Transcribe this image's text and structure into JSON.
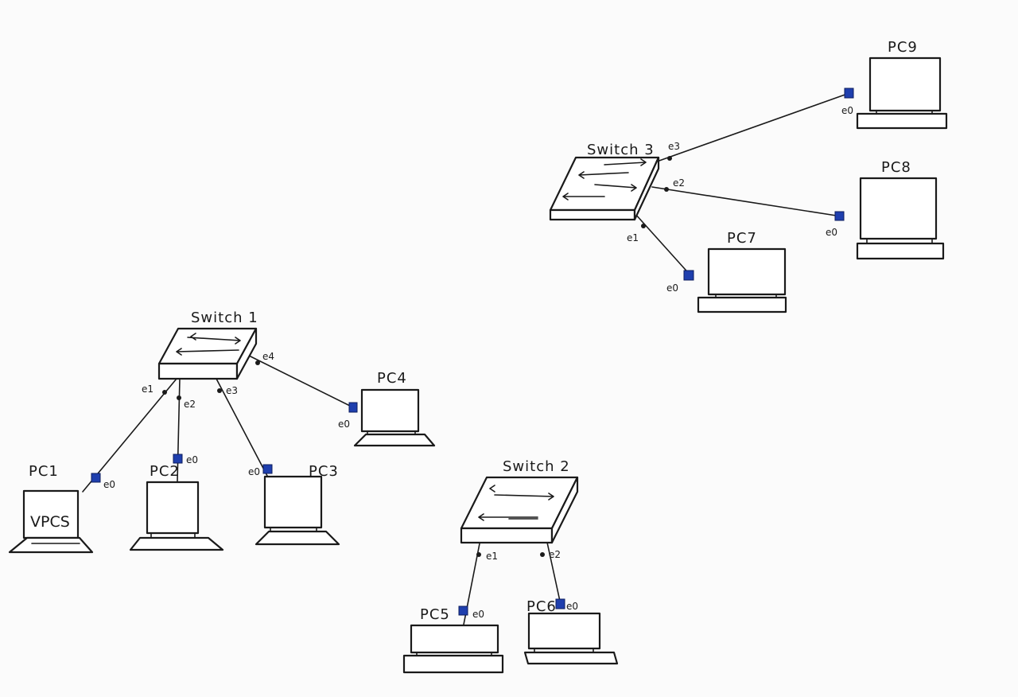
{
  "devices": {
    "switch1": {
      "label": "Switch 1"
    },
    "switch2": {
      "label": "Switch 2"
    },
    "switch3": {
      "label": "Switch 3"
    },
    "pc1": {
      "label": "PC1",
      "screen_text": "VPCS"
    },
    "pc2": {
      "label": "PC2"
    },
    "pc3": {
      "label": "PC3"
    },
    "pc4": {
      "label": "PC4"
    },
    "pc5": {
      "label": "PC5"
    },
    "pc6": {
      "label": "PC6"
    },
    "pc7": {
      "label": "PC7"
    },
    "pc8": {
      "label": "PC8"
    },
    "pc9": {
      "label": "PC9"
    }
  },
  "links": [
    {
      "from": "switch1",
      "from_port": "e1",
      "to": "pc1",
      "to_port": "e0"
    },
    {
      "from": "switch1",
      "from_port": "e2",
      "to": "pc2",
      "to_port": "e0"
    },
    {
      "from": "switch1",
      "from_port": "e3",
      "to": "pc3",
      "to_port": "e0"
    },
    {
      "from": "switch1",
      "from_port": "e4",
      "to": "pc4",
      "to_port": "e0"
    },
    {
      "from": "switch2",
      "from_port": "e1",
      "to": "pc5",
      "to_port": "e0"
    },
    {
      "from": "switch2",
      "from_port": "e2",
      "to": "pc6",
      "to_port": "e0"
    },
    {
      "from": "switch3",
      "from_port": "e1",
      "to": "pc7",
      "to_port": "e0"
    },
    {
      "from": "switch3",
      "from_port": "e2",
      "to": "pc8",
      "to_port": "e0"
    },
    {
      "from": "switch3",
      "from_port": "e3",
      "to": "pc9",
      "to_port": "e0"
    }
  ]
}
